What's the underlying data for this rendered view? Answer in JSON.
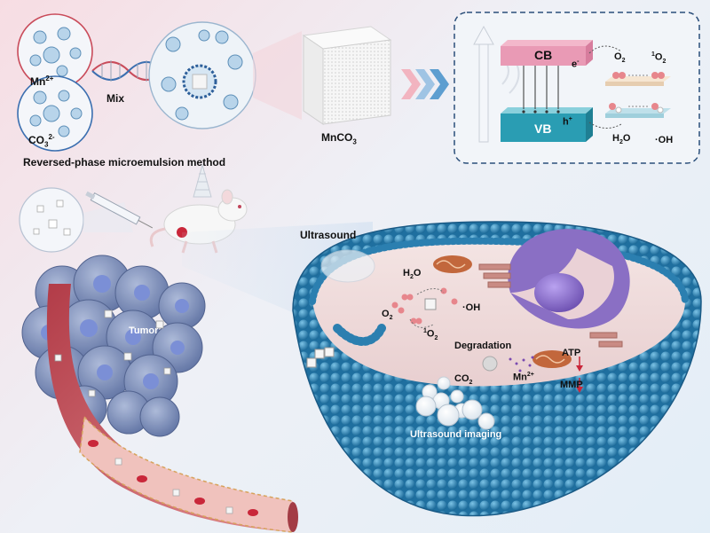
{
  "synthesis": {
    "ion_mn": "Mn",
    "ion_mn_sup": "2+",
    "ion_co3": "CO",
    "ion_co3_sub": "3",
    "ion_co3_sup": "2-",
    "mix_label": "Mix",
    "method_label": "Reversed-phase microemulsion method",
    "product_label": "MnCO",
    "product_sub": "3"
  },
  "band_diagram": {
    "cb_label": "CB",
    "vb_label": "VB",
    "electron": "e",
    "electron_sup": "-",
    "hole": "h",
    "hole_sup": "+",
    "o2": "O",
    "o2_sub": "2",
    "singlet_o2_sup": "1",
    "singlet_o2": "O",
    "singlet_o2_sub": "2",
    "h2o_h": "H",
    "h2o_sub": "2",
    "h2o_o": "O",
    "oh": "·OH"
  },
  "tumor_scene": {
    "tumor_label": "Tumor"
  },
  "cell_scene": {
    "ultrasound_label": "Ultrasound",
    "h2o": "H",
    "h2o_sub": "2",
    "h2o_o": "O",
    "o2": "O",
    "o2_sub": "2",
    "oh": "·OH",
    "singlet_sup": "1",
    "singlet": "O",
    "singlet_sub": "2",
    "degradation_label": "Degradation",
    "co2": "CO",
    "co2_sub": "2",
    "mn_ion": "Mn",
    "mn_ion_sup": "2+",
    "atp_label": "ATP",
    "mmp_label": "MMP",
    "imaging_label": "Ultrasound imaging"
  },
  "colors": {
    "membrane": "#2b7fb0",
    "band_cb": "#e99ab5",
    "band_vb": "#2a9db3",
    "vessel": "#c95a64",
    "nucleus": "#8a6fc4",
    "mito": "#c2673c"
  }
}
